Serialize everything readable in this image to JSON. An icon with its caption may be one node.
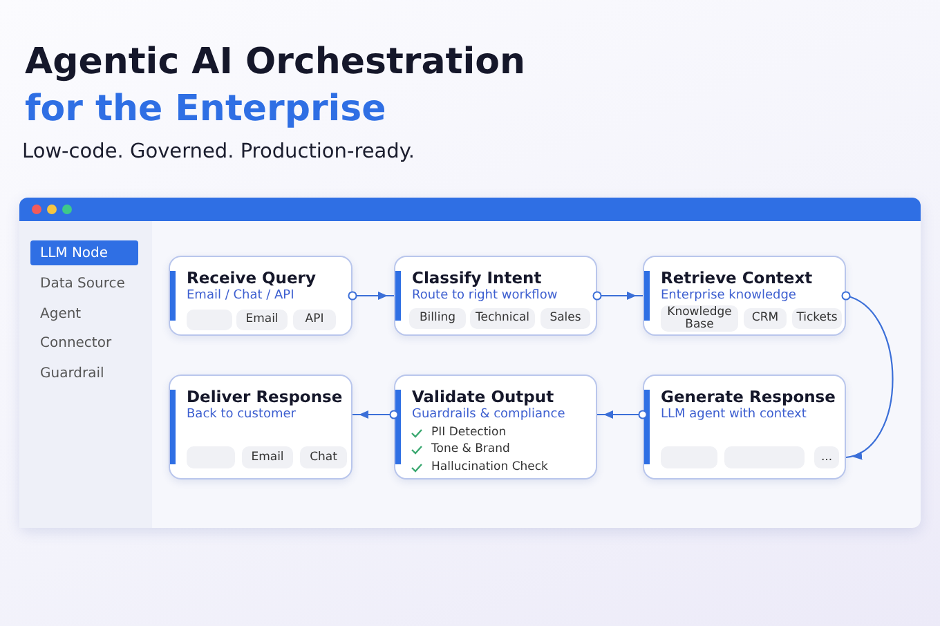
{
  "diagram": {
    "title": "Agentic AI Orchestration",
    "nodes": [
      {
        "text": [
          "LLM Node"
        ]
      },
      {
        "text": [
          "Receive Query",
          "Email / Chat / API"
        ]
      },
      {
        "text": [],
        "shape": "box",
        "in": 1
      },
      {
        "text": [
          "Email"
        ],
        "in": 1
      },
      {
        "text": [
          "API"
        ],
        "in": 1
      },
      {
        "text": [
          "Classify Intent",
          "Route to right workflow"
        ]
      },
      {
        "text": [
          "Billing"
        ],
        "in": 5
      },
      {
        "text": [
          "Technical"
        ],
        "in": 5
      },
      {
        "text": [
          "Sales"
        ],
        "in": 5
      },
      {
        "text": [
          "Retrieve Context",
          "Enterprise knowledge"
        ]
      },
      {
        "text": [
          "Knowledge Base"
        ],
        "in": 9
      },
      {
        "text": [
          "CRM"
        ],
        "in": 9
      },
      {
        "text": [
          "Tickets"
        ],
        "in": 9
      },
      {
        "text": [
          "Deliver Response",
          "Back to customer"
        ]
      },
      {
        "text": [],
        "shape": "box",
        "in": 13
      },
      {
        "text": [
          "Email"
        ],
        "in": 13
      },
      {
        "text": [
          "Chat"
        ],
        "in": 13
      },
      {
        "text": [
          "Validate Output",
          "Guardrails & compliance",
          "PII Detection",
          "Tone & Brand",
          "Hallucination Check"
        ]
      },
      {
        "text": [
          "Generate Response",
          "LLM agent with context"
        ]
      },
      {
        "text": [],
        "shape": "box",
        "in": 18
      },
      {
        "text": [],
        "shape": "box",
        "in": 18
      },
      {
        "text": [
          "..."
        ],
        "in": 18
      }
    ],
    "edges": [
      {
        "from": 1,
        "to": 5,
        "arrow": "to"
      },
      {
        "from": 5,
        "to": 9,
        "arrow": "to"
      },
      {
        "from": 9,
        "to": 18,
        "arrow": "to"
      },
      {
        "from": 18,
        "to": 17,
        "arrow": "to"
      },
      {
        "from": 17,
        "to": 13,
        "arrow": "to"
      }
    ],
    "labels": [
      "for the Enterprise",
      "Low-code. Governed. Production-ready.",
      "Data Source",
      "Agent",
      "Connector",
      "Guardrail"
    ]
  }
}
